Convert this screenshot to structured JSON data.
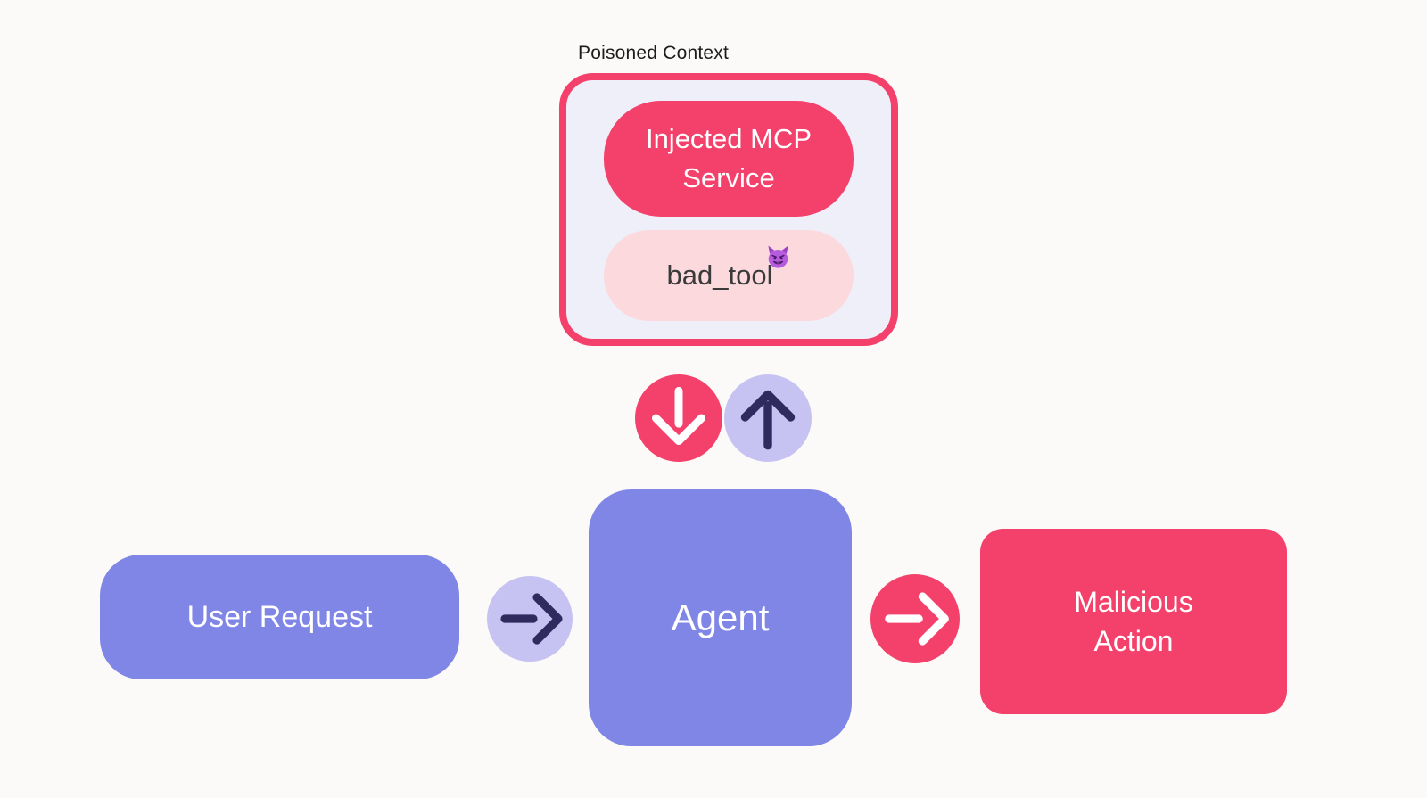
{
  "canvas": {
    "background": "#FBFAF8"
  },
  "colors": {
    "rose": "#F4416B",
    "rose_light_pill": "#FBD9DD",
    "periwinkle": "#8086E5",
    "lavender_circle": "#C6C3F2",
    "navy_arrow": "#2F2B5E",
    "context_box_fill": "#EFEFF9",
    "label_text": "#1C1C1C",
    "node_text": "#FFFFFF"
  },
  "poisoned_context": {
    "label": "Poisoned Context",
    "injected_service_label": "Injected MCP Service",
    "tool_label": "bad_tool",
    "tool_emoji_char": "😈",
    "tool_emoji_name": "smiling-face-with-horns"
  },
  "arrows": {
    "context_to_agent_icon": "down-arrow",
    "agent_to_context_icon": "up-arrow",
    "user_to_agent_icon": "right-arrow",
    "agent_to_action_icon": "right-arrow"
  },
  "flow": {
    "user_request_label": "User Request",
    "agent_label": "Agent",
    "malicious_action_label": "Malicious Action"
  }
}
